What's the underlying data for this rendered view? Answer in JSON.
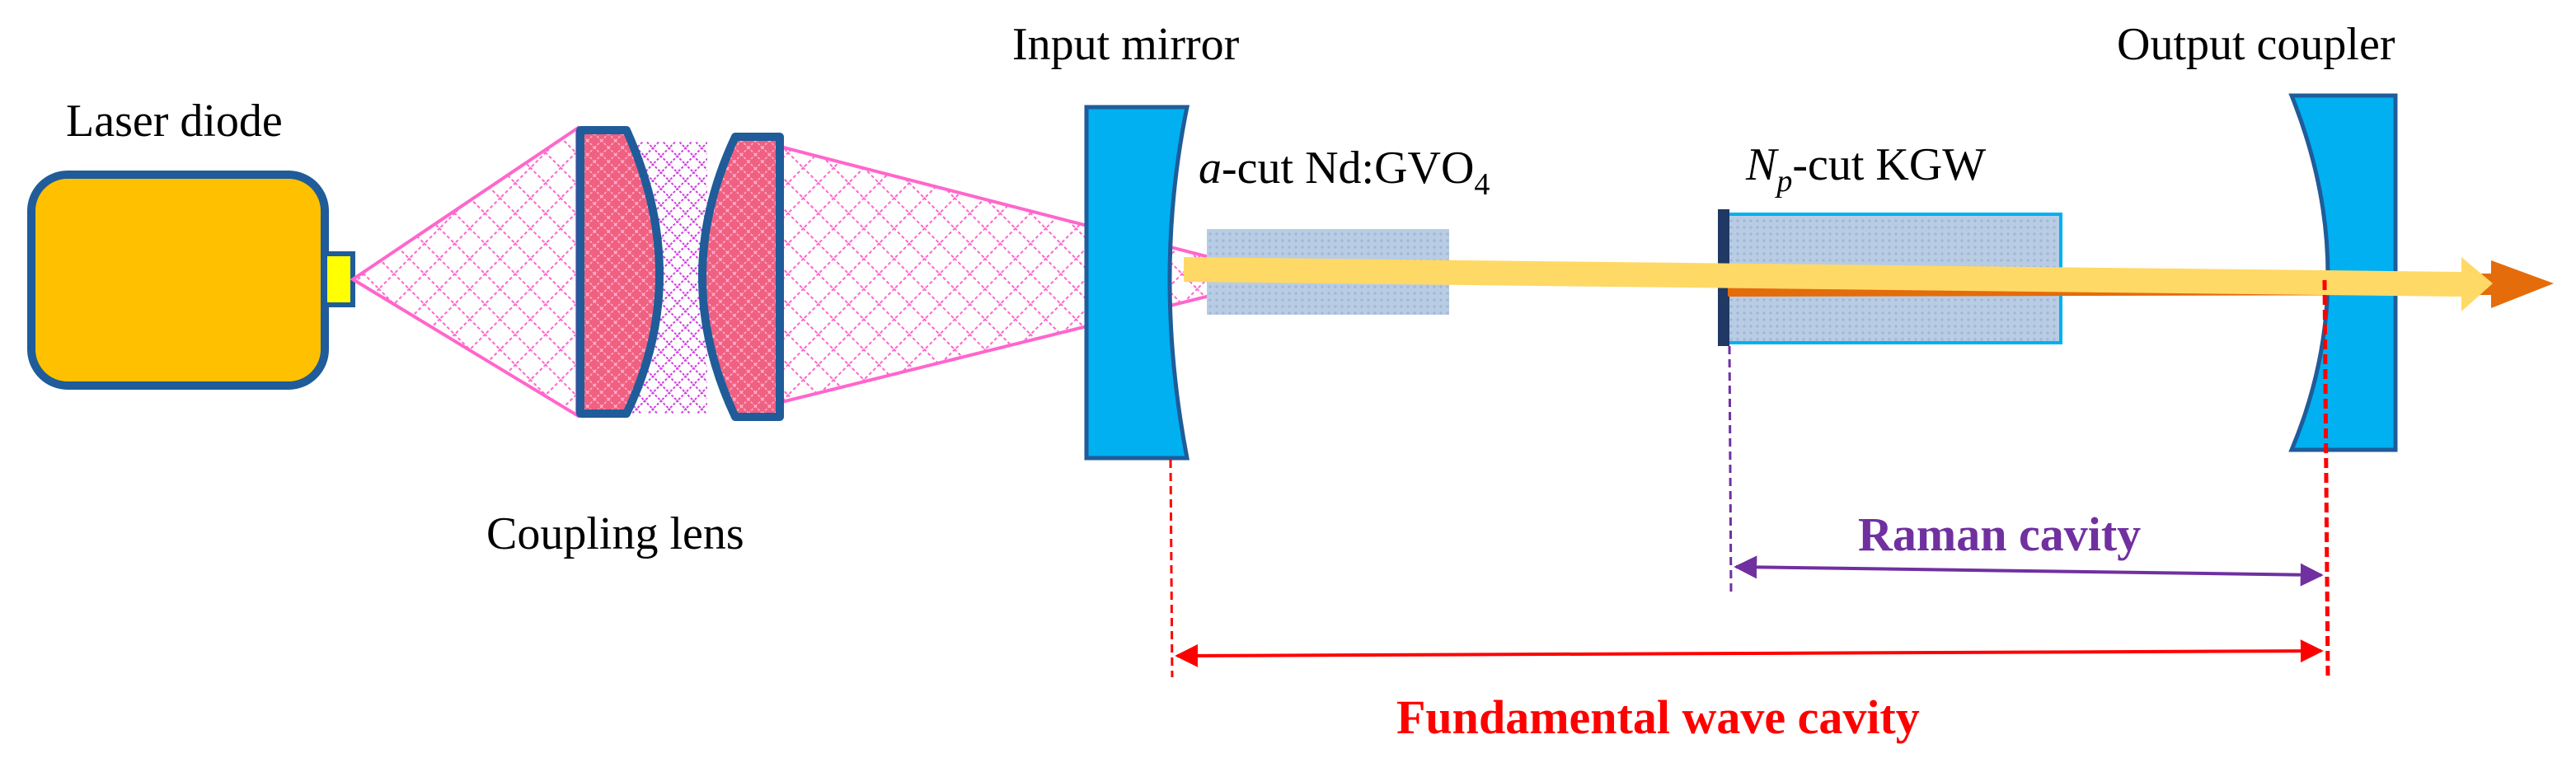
{
  "labels": {
    "laser_diode": "Laser diode",
    "coupling_lens": "Coupling lens",
    "input_mirror": "Input mirror",
    "gain_crystal_prefix": "a",
    "gain_crystal_main": "-cut Nd:GVO",
    "gain_crystal_sub": "4",
    "raman_crystal_prefix": "N",
    "raman_crystal_sub": "p",
    "raman_crystal_main": "-cut  KGW",
    "output_coupler": "Output coupler",
    "raman_cavity": "Raman cavity",
    "fundamental_cavity": "Fundamental wave cavity"
  },
  "colors": {
    "laser_body": "#FFC000",
    "outline": "#1F5C99",
    "emitter": "#FFFF00",
    "pump_beam": "#FF66CC",
    "lens_fill": "#F06080",
    "mirror": "#00B0F0",
    "crystal": "#B8CCE4",
    "fundamental_beam": "#FFD966",
    "stokes_beam": "#E46C0A",
    "raman_cavity": "#7030A0",
    "fundamental_cavity": "#FF0000"
  }
}
